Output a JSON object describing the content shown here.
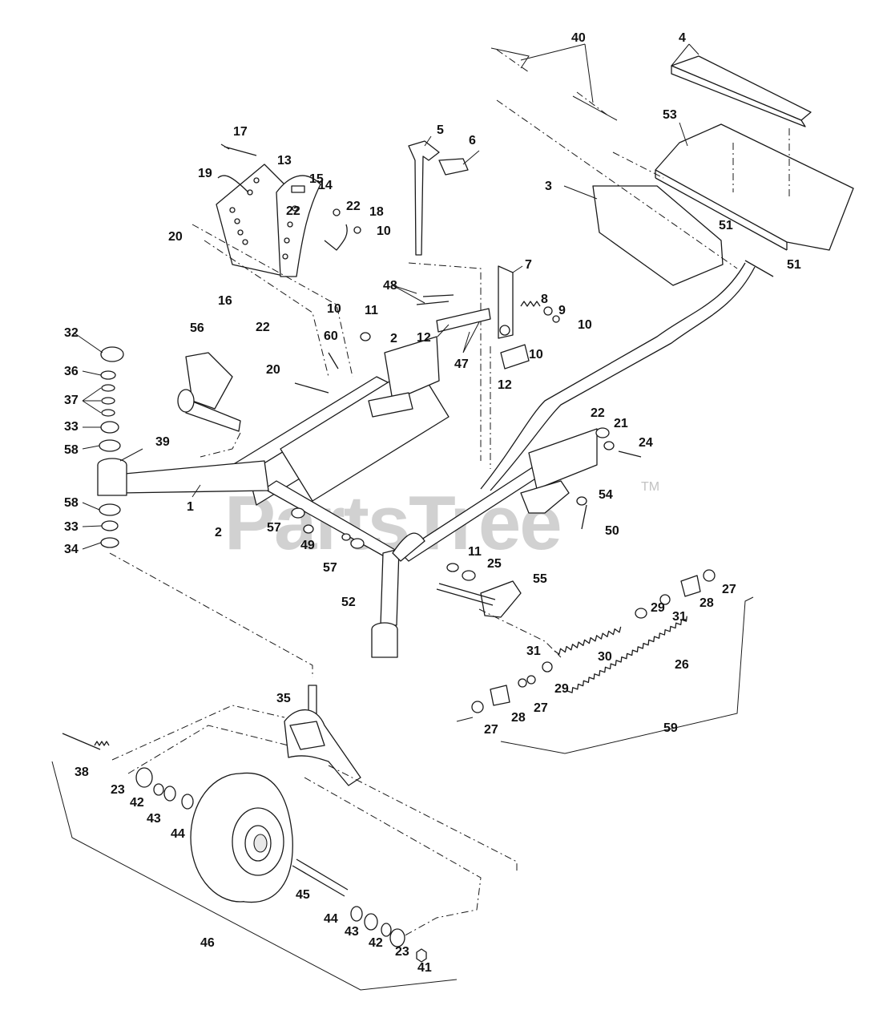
{
  "diagram": {
    "watermark": "PartsTree",
    "watermark_tm": "TM",
    "callouts": [
      "1",
      "2",
      "3",
      "4",
      "5",
      "6",
      "7",
      "8",
      "9",
      "10",
      "11",
      "12",
      "13",
      "14",
      "15",
      "16",
      "17",
      "18",
      "19",
      "20",
      "21",
      "22",
      "23",
      "24",
      "25",
      "26",
      "27",
      "28",
      "29",
      "30",
      "31",
      "32",
      "33",
      "34",
      "35",
      "36",
      "37",
      "38",
      "39",
      "40",
      "41",
      "42",
      "43",
      "44",
      "45",
      "46",
      "47",
      "48",
      "49",
      "50",
      "51",
      "52",
      "53",
      "54",
      "55",
      "56",
      "57",
      "58",
      "59",
      "60"
    ]
  }
}
